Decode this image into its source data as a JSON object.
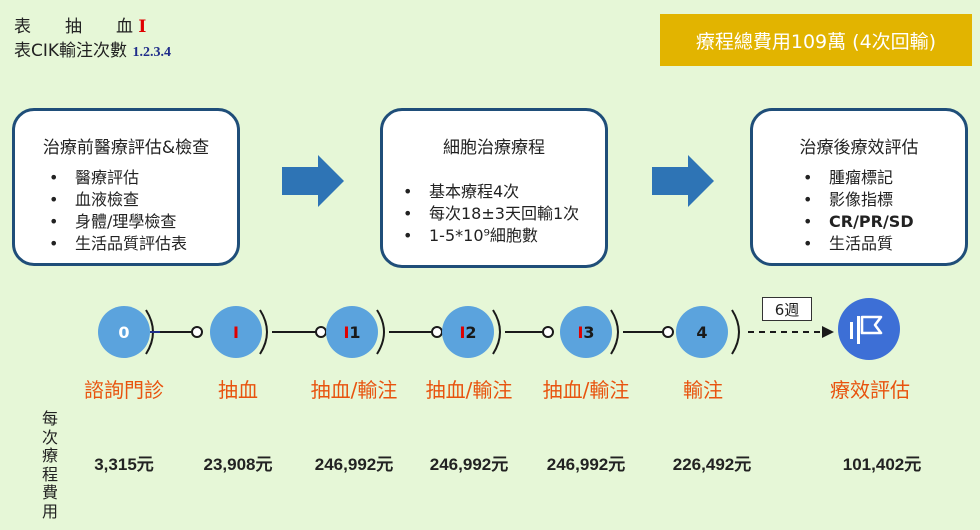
{
  "legend": {
    "line1_label": "表　　抽　　血",
    "line1_mark": "I",
    "line2_label": "表CIK輸注次數",
    "line2_numbers": "1.2.3.4"
  },
  "total_banner": "療程總費用109萬 (4次回輸)",
  "boxes": [
    {
      "title": "治療前醫療評估&檢查",
      "items": [
        "醫療評估",
        "血液檢查",
        "身體/理學檢查",
        "生活品質評估表"
      ]
    },
    {
      "title": "細胞治療療程",
      "items": [
        "基本療程4次",
        "每次18±3天回輸1次",
        "1-5*10⁹細胞數"
      ]
    },
    {
      "title": "治療後療效評估",
      "items": [
        "腫瘤標記",
        "影像指標",
        "CR/PR/SD",
        "生活品質"
      ]
    }
  ],
  "stages": [
    {
      "node": "0",
      "label": "諮詢門診",
      "cost": "3,315元"
    },
    {
      "node": "I",
      "label": "抽血",
      "cost": "23,908元"
    },
    {
      "node": "I1",
      "label": "抽血/輸注",
      "cost": "246,992元"
    },
    {
      "node": "I2",
      "label": "抽血/輸注",
      "cost": "246,992元"
    },
    {
      "node": "I3",
      "label": "抽血/輸注",
      "cost": "246,992元"
    },
    {
      "node": "4",
      "label": "輸注",
      "cost": "226,492元"
    },
    {
      "node": "flag-icon",
      "label": "療效評估",
      "cost": "101,402元"
    }
  ],
  "weeks_label": "6週",
  "cost_row_label": "每次療程費用",
  "colors": {
    "background": "#e6f7d7",
    "banner": "#e2b400",
    "node": "#5ba3dd",
    "box_border": "#1f4e79",
    "arrow": "#2e74b5",
    "stage_label": "#e8530e",
    "mark": "#e00000"
  }
}
